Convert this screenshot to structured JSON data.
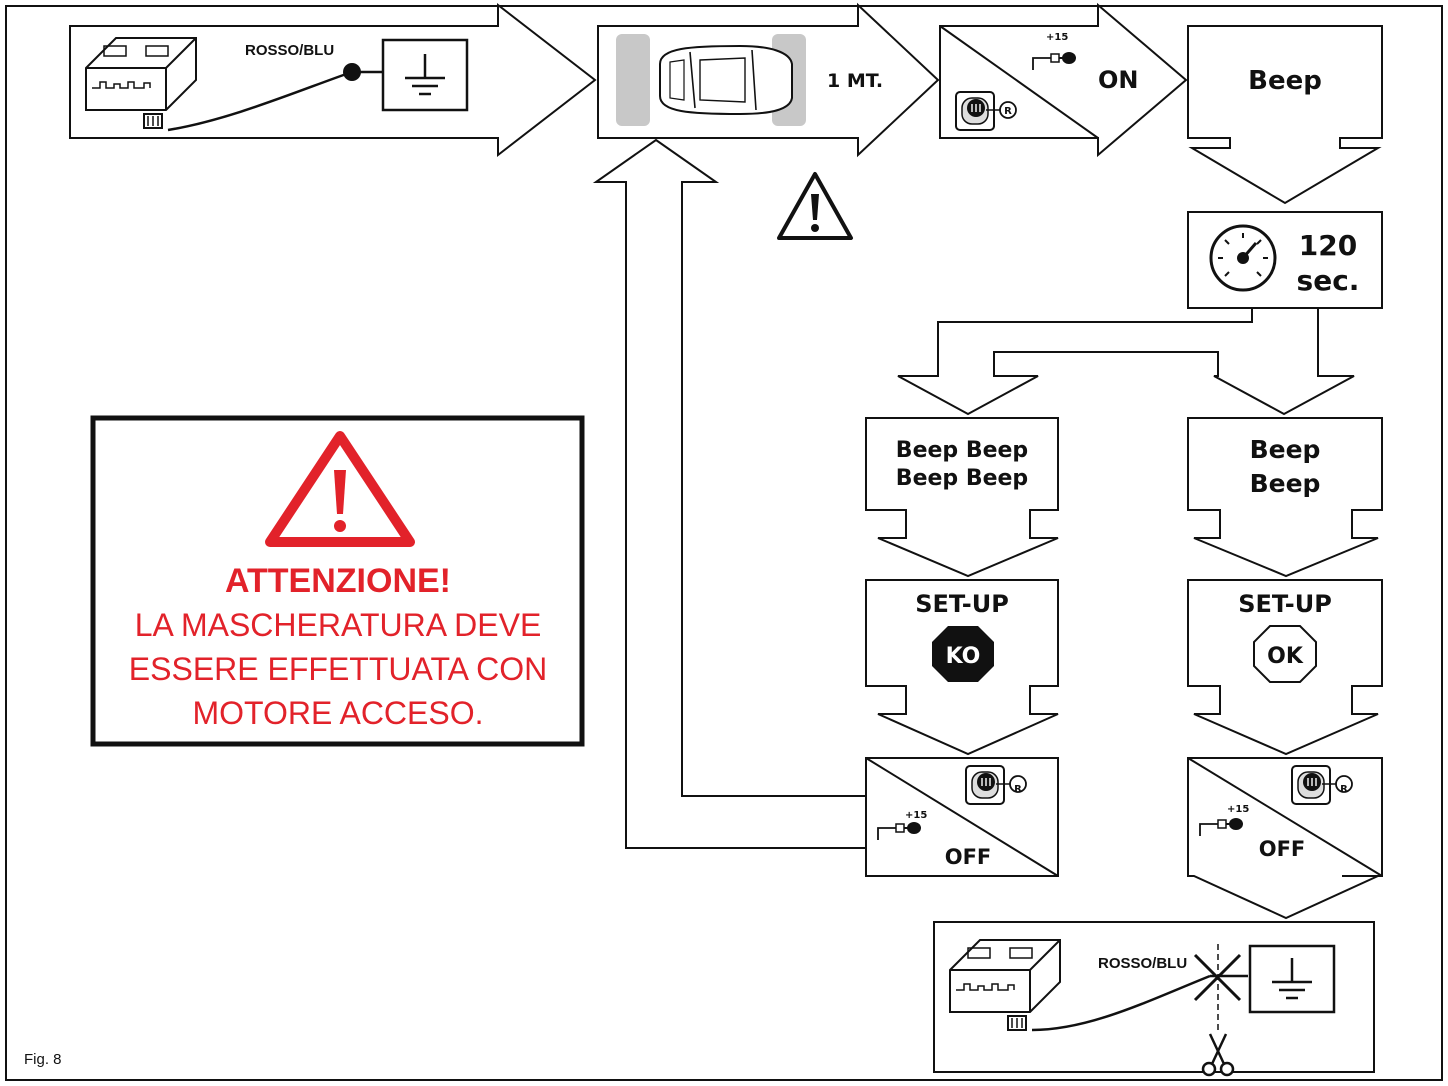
{
  "colors": {
    "stroke": "#111111",
    "warning_red": "#e2222a",
    "tyre_grey": "#c8c8c8"
  },
  "steps": {
    "connect_wire": "ROSSO/BLU",
    "distance": "1 MT.",
    "ignition_on_key": "+15",
    "ignition_on": "ON",
    "gear_reverse": "R",
    "beep_single": "Beep",
    "timer_value": "120",
    "timer_unit": "sec.",
    "beep_four_line1": "Beep Beep",
    "beep_four_line2": "Beep Beep",
    "beep_two_line1": "Beep",
    "beep_two_line2": "Beep",
    "setup_ko_title": "SET-UP",
    "setup_ko_badge": "KO",
    "setup_ok_title": "SET-UP",
    "setup_ok_badge": "OK",
    "off_left_key": "+15",
    "off_left_label": "OFF",
    "off_left_gear": "R",
    "off_right_key": "+15",
    "off_right_label": "OFF",
    "off_right_gear": "R",
    "cut_wire": "ROSSO/BLU"
  },
  "warning_box": {
    "title": "ATTENZIONE!",
    "line1": "LA MASCHERATURA DEVE",
    "line2": "ESSERE EFFETTUATA CON",
    "line3": "MOTORE ACCESO."
  },
  "icons": [
    "control-unit-icon",
    "ground-symbol-icon",
    "car-top-view-icon",
    "warning-triangle-icon",
    "ignition-key-icon",
    "gear-reverse-icon",
    "stopwatch-icon",
    "scissors-icon"
  ],
  "figure_label": "Fig. 8"
}
